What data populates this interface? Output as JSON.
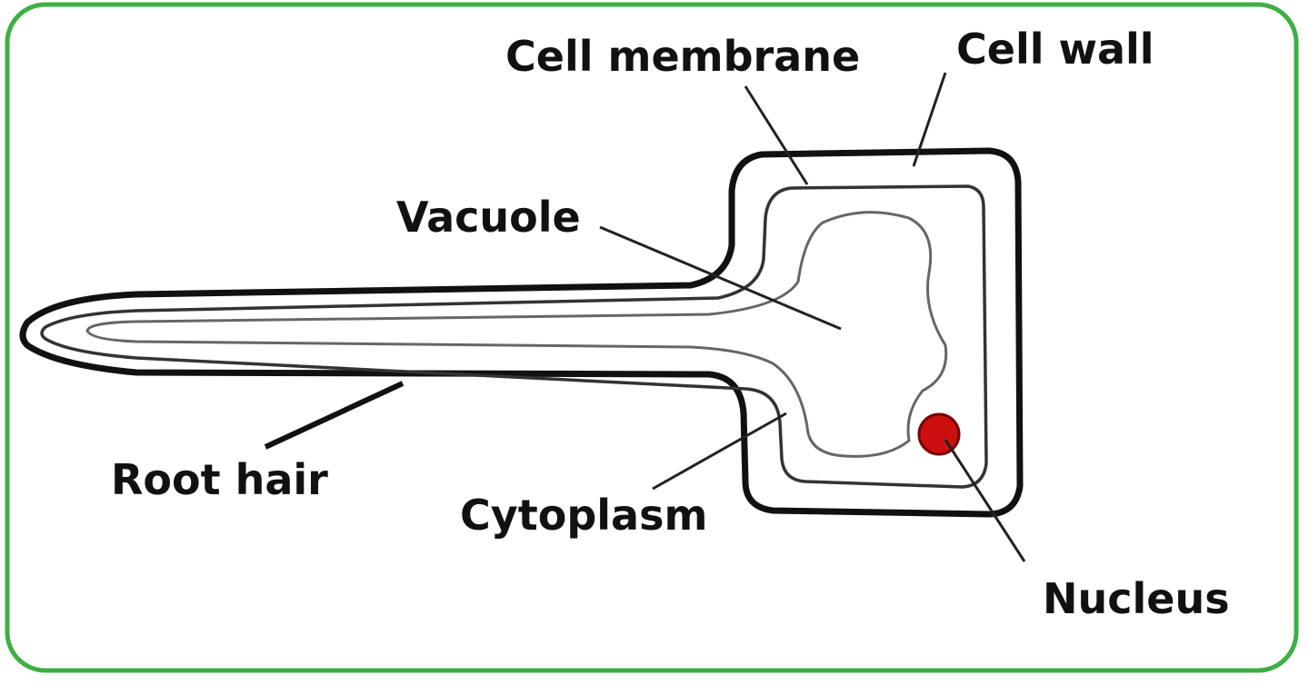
{
  "diagram": {
    "labels": {
      "cell_membrane": "Cell membrane",
      "cell_wall": "Cell wall",
      "vacuole": "Vacuole",
      "root_hair": "Root hair",
      "cytoplasm": "Cytoplasm",
      "nucleus": "Nucleus"
    },
    "colors": {
      "frame": "#3cb043",
      "outline": "#111111",
      "inner_outline": "#333333",
      "vacuole_outline": "#666666",
      "nucleus_fill": "#cc1010",
      "nucleus_stroke": "#7a0000"
    }
  }
}
